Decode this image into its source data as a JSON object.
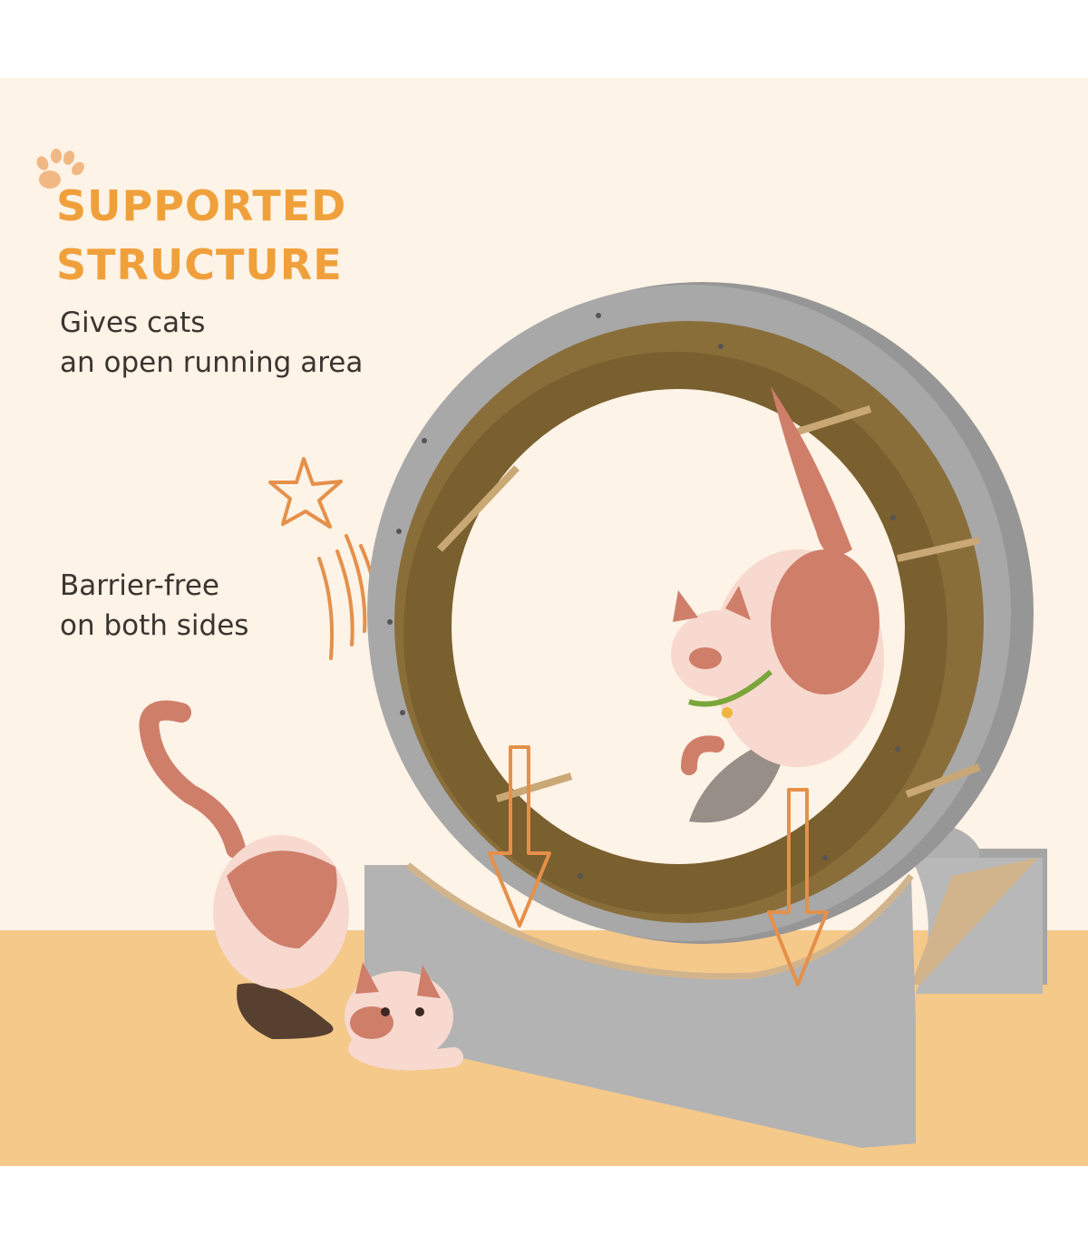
{
  "heading": {
    "line1": "SUPPORTED",
    "line2": "STRUCTURE"
  },
  "description": {
    "line1": "Gives cats",
    "line2": "an open running area"
  },
  "callout": {
    "line1": "Barrier-free",
    "line2": "on both sides"
  },
  "colors": {
    "headline": "#f0a03b",
    "body_text": "#3b3531",
    "background": "#fdf3e6",
    "floor": "#f5c98a",
    "accent": "#e5904a",
    "wheel_wood": "#9c9c9c",
    "scratch_pad": "#8a6e3a",
    "cat_pink": "#cf7e6a",
    "cat_cream": "#f7d9cf"
  },
  "icons": [
    "paw-icon",
    "star-icon",
    "down-arrow-icon"
  ]
}
